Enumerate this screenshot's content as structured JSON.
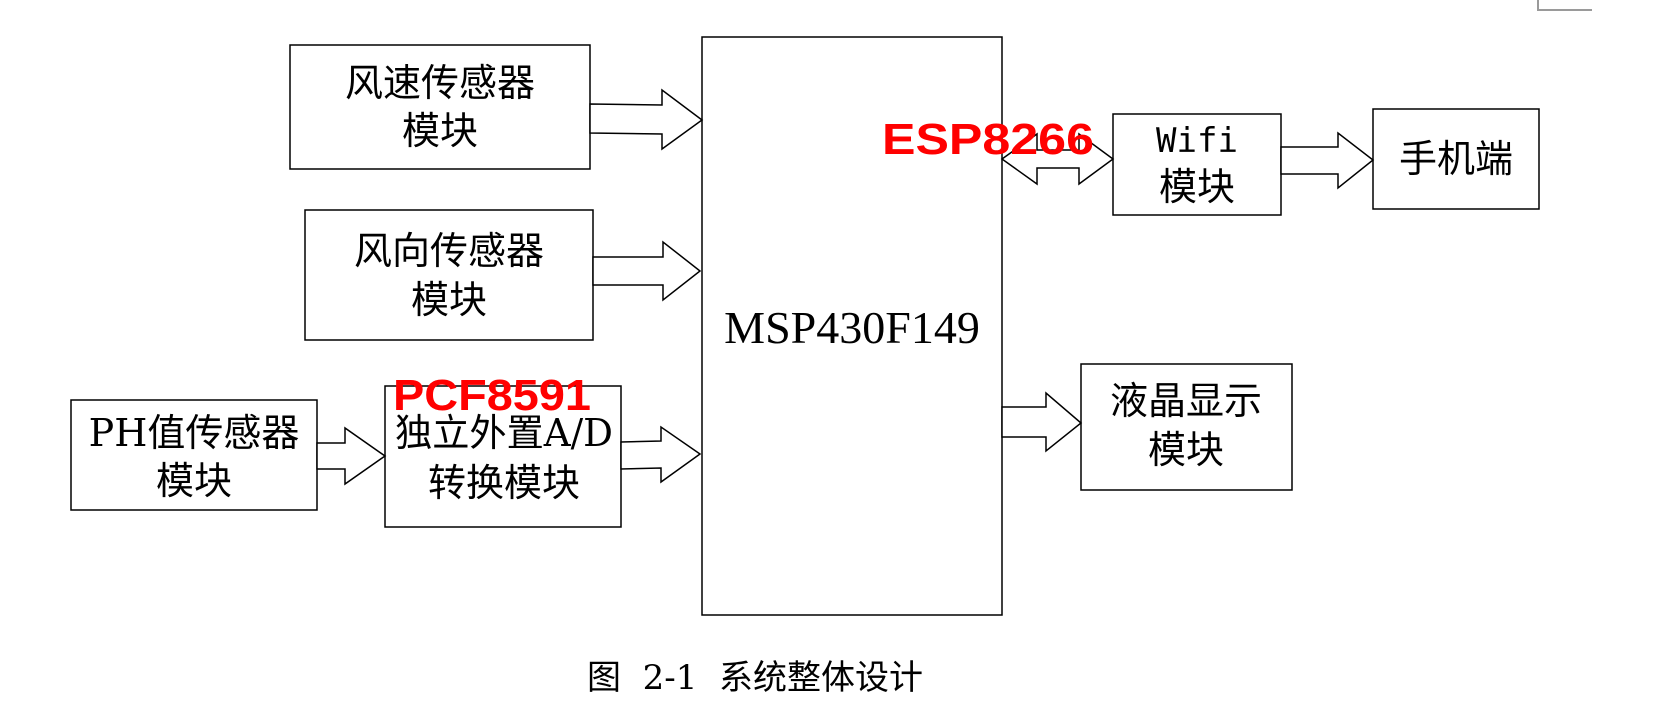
{
  "blocks": {
    "wind_speed": {
      "line1": "风速传感器",
      "line2": "模块"
    },
    "wind_direction": {
      "line1": "风向传感器",
      "line2": "模块"
    },
    "ph_sensor": {
      "line1": "PH值传感器",
      "line2": "模块"
    },
    "ad_converter": {
      "line1": "独立外置A/D",
      "line2": "转换模块",
      "chip": "PCF8591"
    },
    "mcu": {
      "label": "MSP430F149"
    },
    "wifi": {
      "line1": "Wifi",
      "line2": "模块",
      "chip": "ESP8266"
    },
    "phone": {
      "label": "手机端"
    },
    "lcd": {
      "line1": "液晶显示",
      "line2": "模块"
    }
  },
  "caption": "图  2-1  系统整体设计"
}
